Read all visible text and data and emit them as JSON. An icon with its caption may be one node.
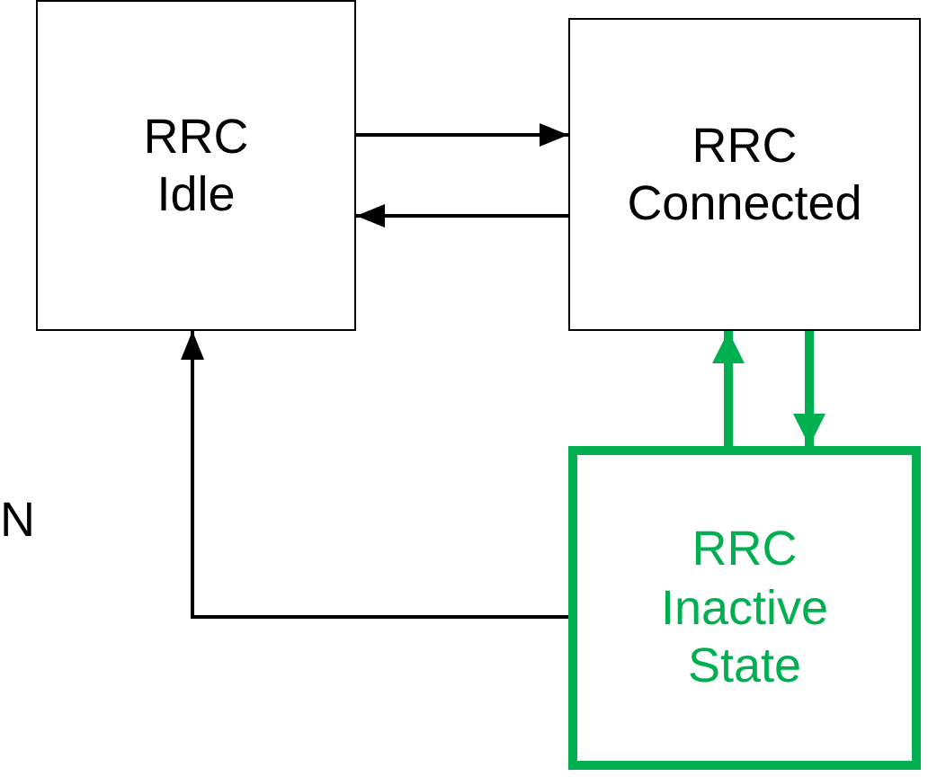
{
  "diagram": {
    "nodes": [
      {
        "text": [
          "RRC Idle"
        ]
      },
      {
        "text": [
          "RRC Connected"
        ]
      },
      {
        "text": [
          "RRC Inactive State"
        ]
      }
    ],
    "edges": [
      {
        "from": 0,
        "to": 1,
        "arrow": "to"
      },
      {
        "from": 1,
        "to": 0,
        "arrow": "to"
      },
      {
        "from": 2,
        "to": 1,
        "arrow": "to",
        "style": "thick",
        "color": "#00b050"
      },
      {
        "from": 1,
        "to": 2,
        "arrow": "to",
        "style": "thick",
        "color": "#00b050"
      },
      {
        "from": 2,
        "to": 0,
        "arrow": "to"
      }
    ],
    "labels": [
      "N"
    ]
  }
}
